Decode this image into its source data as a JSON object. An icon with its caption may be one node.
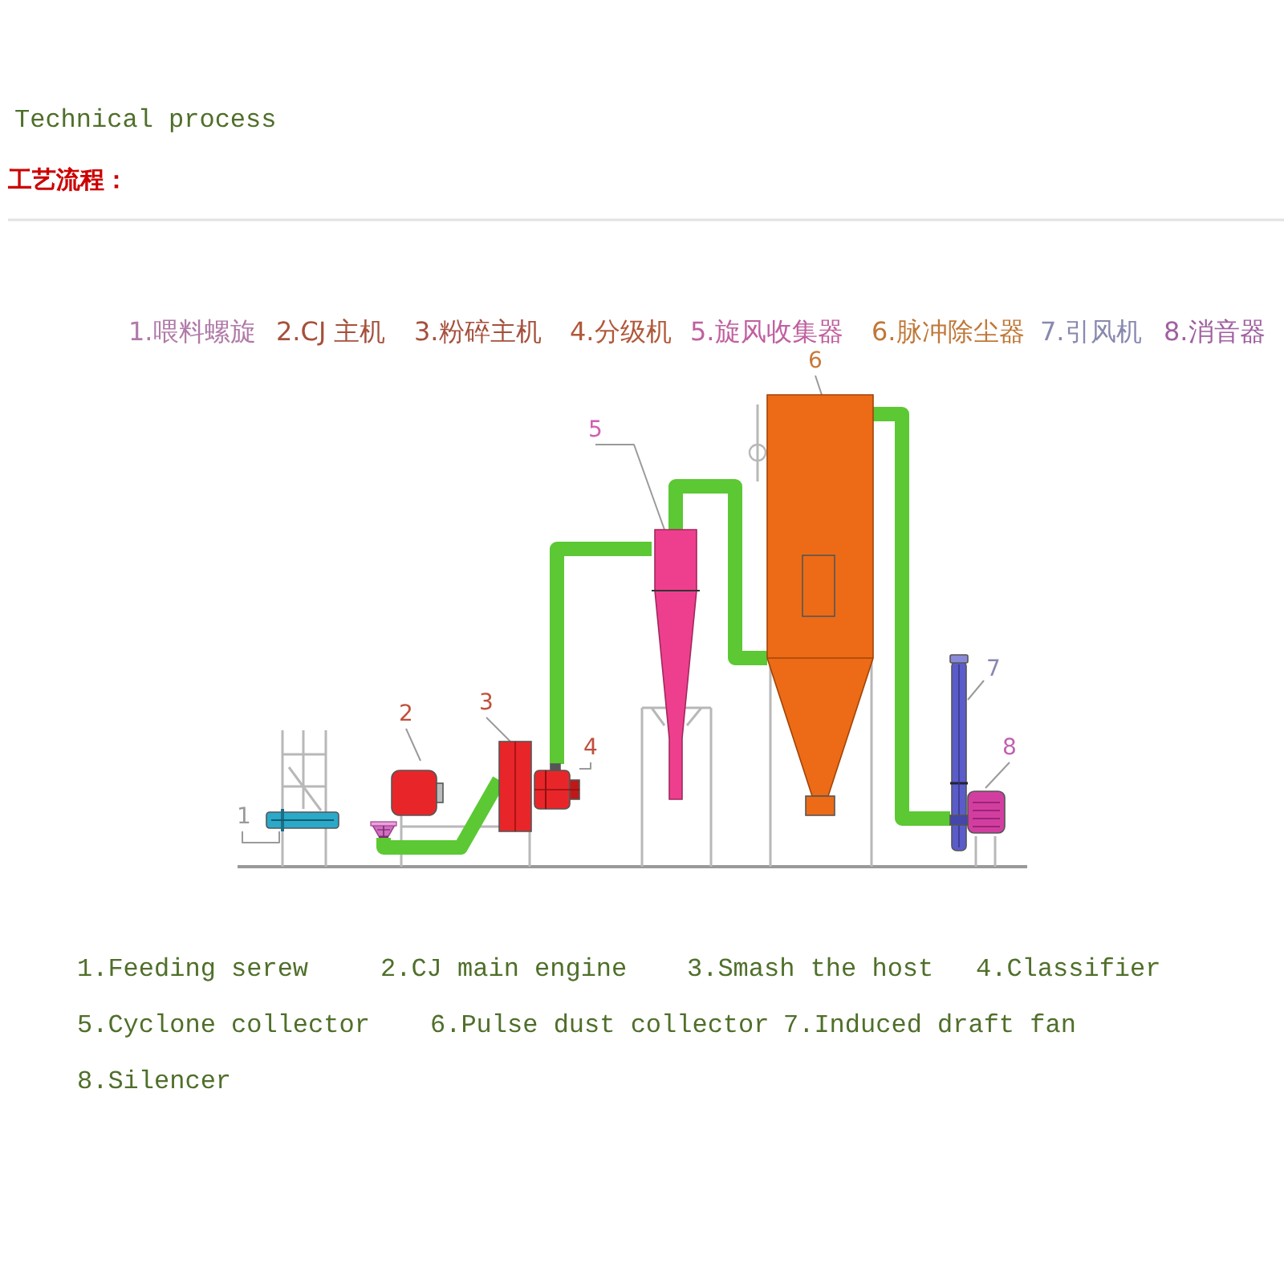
{
  "diagram": {
    "title": "Technical process",
    "nodes": [
      {
        "text": [
          "1"
        ]
      },
      {
        "text": [
          "2"
        ]
      },
      {
        "text": [
          "3"
        ]
      },
      {
        "text": [
          "4"
        ]
      },
      {
        "text": [
          "5"
        ]
      },
      {
        "text": [
          "6"
        ]
      },
      {
        "text": [
          "7"
        ]
      },
      {
        "text": [
          "8"
        ]
      },
      {
        "text": [],
        "shape": "picture"
      },
      {
        "text": [],
        "shape": "picture"
      },
      {
        "text": [],
        "shape": "picture"
      },
      {
        "text": [],
        "shape": "picture"
      },
      {
        "text": [],
        "shape": "picture"
      },
      {
        "text": [],
        "shape": "picture"
      },
      {
        "text": [],
        "shape": "picture"
      },
      {
        "text": [],
        "shape": "picture"
      },
      {
        "text": [],
        "shape": "picture"
      }
    ],
    "edges": [
      {
        "from": 0,
        "to": 8,
        "arrow": "none"
      },
      {
        "from": 1,
        "to": 9,
        "arrow": "none"
      },
      {
        "from": 2,
        "to": 10,
        "arrow": "none"
      },
      {
        "from": 3,
        "to": 11,
        "arrow": "none"
      },
      {
        "from": 4,
        "to": 12,
        "arrow": "none"
      },
      {
        "from": 5,
        "to": 13,
        "arrow": "none"
      },
      {
        "from": 6,
        "to": 14,
        "arrow": "none"
      },
      {
        "from": 7,
        "to": 15,
        "arrow": "none"
      },
      {
        "from": 11,
        "to": 12,
        "arrow": "none",
        "style": "thick",
        "color": "#5cc834"
      },
      {
        "from": 12,
        "to": 13,
        "arrow": "none",
        "style": "thick",
        "color": "#5cc834"
      },
      {
        "from": 13,
        "to": 14,
        "arrow": "none",
        "style": "thick",
        "color": "#5cc834"
      },
      {
        "from": 16,
        "to": 10,
        "arrow": "none",
        "style": "thick",
        "color": "#5cc834"
      }
    ],
    "labels": [
      "工艺流程：",
      "1.喂料螺旋",
      "2.CJ 主机",
      "3.粉碎主机",
      "4.分级机",
      "5.旋风收集器",
      "6.脉冲除尘器",
      "7.引风机",
      "8.消音器",
      "1.Feeding serew",
      "2.CJ main engine",
      "3.Smash the host",
      "4.Classifier",
      "5.Cyclone collector",
      "6.Pulse dust collector",
      "7.Induced draft fan",
      "8.Silencer"
    ]
  }
}
